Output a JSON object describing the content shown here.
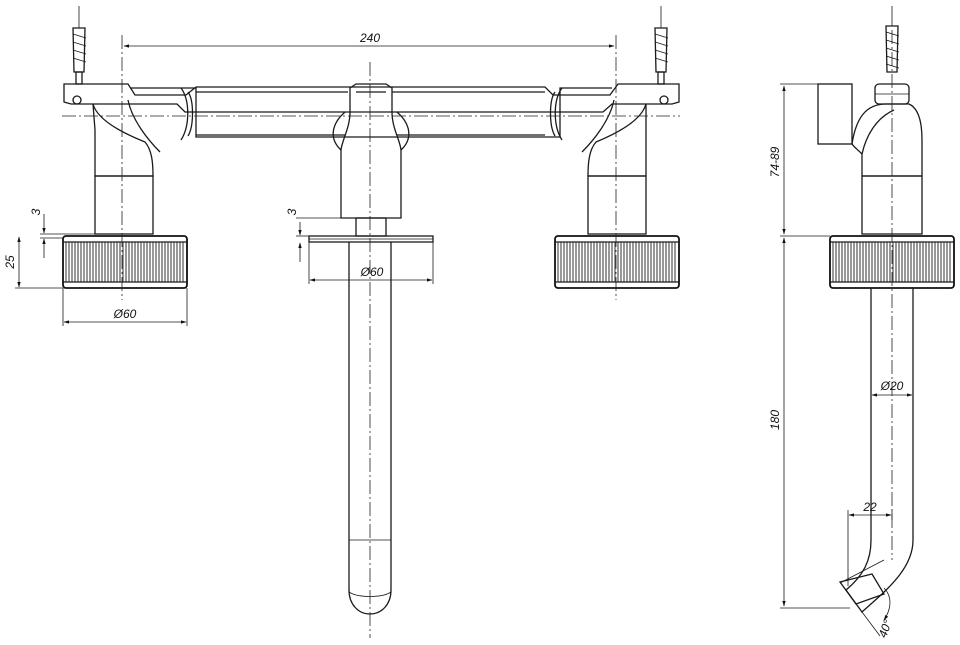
{
  "dimensions": {
    "spacing": "240",
    "gap_left": "3",
    "height_left": "25",
    "diameter_left": "Ø60",
    "gap_center": "3",
    "diameter_center": "Ø60",
    "projection": "74-89",
    "spout_length": "180",
    "spout_diameter": "Ø20",
    "tip_offset": "22",
    "tip_angle": "40°"
  }
}
